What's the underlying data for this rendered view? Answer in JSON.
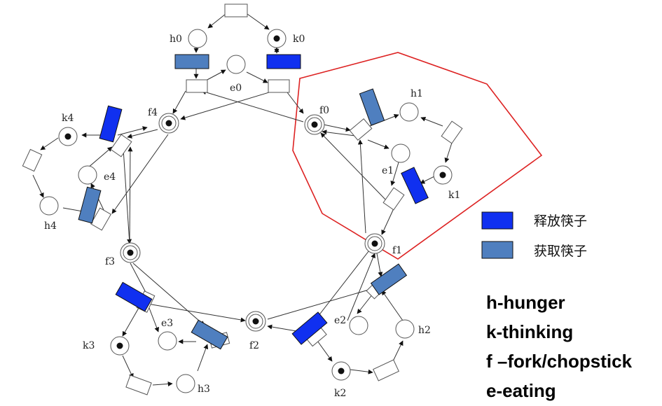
{
  "places": {
    "h0": "h0",
    "k0": "k0",
    "e0": "e0",
    "f0": "f0",
    "f4": "f4",
    "h1": "h1",
    "e1": "e1",
    "k1": "k1",
    "f1": "f1",
    "k4": "k4",
    "e4": "e4",
    "h4": "h4",
    "f3": "f3",
    "e3": "e3",
    "k3": "k3",
    "h3": "h3",
    "f2": "f2",
    "e2": "e2",
    "h2": "h2",
    "k2": "k2"
  },
  "legend": {
    "release_label": "释放筷子",
    "release_color": "#1030f0",
    "acquire_label": "获取筷子",
    "acquire_color": "#4f7fbf"
  },
  "key": {
    "h": "h-hunger",
    "k": "k-thinking",
    "f": "f –fork/chopstick",
    "e": "e-eating"
  },
  "highlight_color": "#dd2222"
}
